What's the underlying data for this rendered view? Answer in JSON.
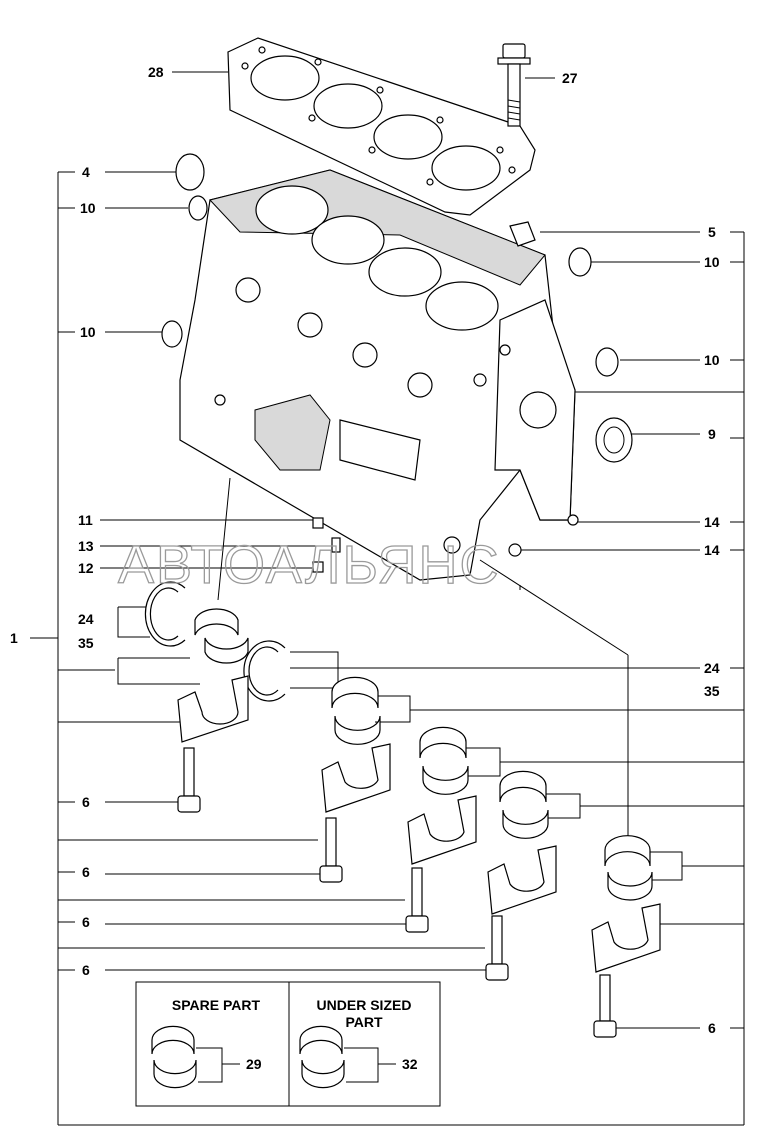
{
  "watermark": "АВТОАЛЬЯНС",
  "callouts": {
    "c28": "28",
    "c27": "27",
    "c4": "4",
    "c10a": "10",
    "c5": "5",
    "c10b": "10",
    "c10c": "10",
    "c10d": "10",
    "c9": "9",
    "c11": "11",
    "c13": "13",
    "c12": "12",
    "c14a": "14",
    "c14b": "14",
    "c1": "1",
    "c24a": "24",
    "c35a": "35",
    "c24b": "24",
    "c35b": "35",
    "c6a": "6",
    "c6b": "6",
    "c6c": "6",
    "c6d": "6",
    "c6e": "6",
    "c29": "29",
    "c32": "32"
  },
  "spare_box": {
    "title": "SPARE PART"
  },
  "undersized_box": {
    "title_line1": "UNDER SIZED",
    "title_line2": "PART"
  }
}
